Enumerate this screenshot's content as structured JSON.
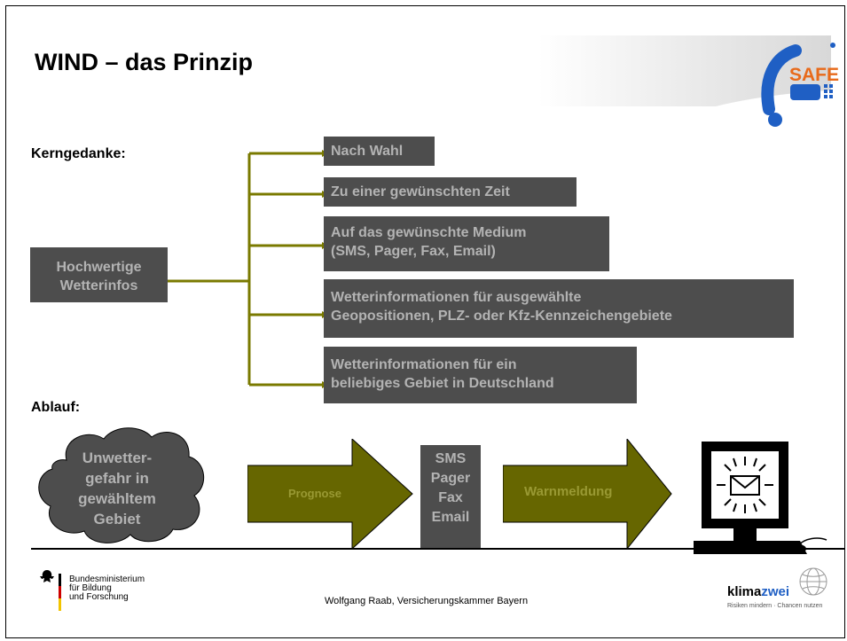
{
  "title": "WIND – das Prinzip",
  "kerngedanke_label": "Kerngedanke:",
  "ablauf_label": "Ablauf:",
  "source_box": [
    "Hochwertige",
    "Wetterinfos"
  ],
  "branches": [
    [
      "Nach Wahl"
    ],
    [
      "Zu einer gewünschten Zeit"
    ],
    [
      "Auf das gewünschte Medium",
      "(SMS, Pager, Fax, Email)"
    ],
    [
      "Wetterinformationen für ausgewählte",
      "Geopositionen, PLZ- oder Kfz-Kennzeichengebiete"
    ],
    [
      "Wetterinformationen für ein",
      "beliebiges Gebiet in Deutschland"
    ]
  ],
  "flow": {
    "cloud": [
      "Unwetter-",
      "gefahr in",
      "gewähltem",
      "Gebiet"
    ],
    "arrow1": "Prognose",
    "media": [
      "SMS",
      "Pager",
      "Fax",
      "Email"
    ],
    "arrow2": "Warnmeldung"
  },
  "footer": {
    "author": "Wolfgang Raab, Versicherungskammer Bayern",
    "ministry": [
      "Bundesministerium",
      "für Bildung",
      "und Forschung"
    ],
    "safe_logo": "SAFE",
    "klimazwei_logo": {
      "part1": "klima",
      "part2": "zwei",
      "tagline": "Risiken mindern · Chancen nutzen"
    }
  },
  "colors": {
    "box": "#4d4d4d",
    "box_text": "#b3b3b3",
    "connector": "#7a7a00",
    "arrow": "#666600",
    "safe_blue": "#1f5fc4",
    "safe_orange": "#e86a1a"
  },
  "icons": [
    "computer-monitor-icon",
    "envelope-icon",
    "mouse-icon",
    "federal-eagle-icon",
    "globe-icon"
  ]
}
